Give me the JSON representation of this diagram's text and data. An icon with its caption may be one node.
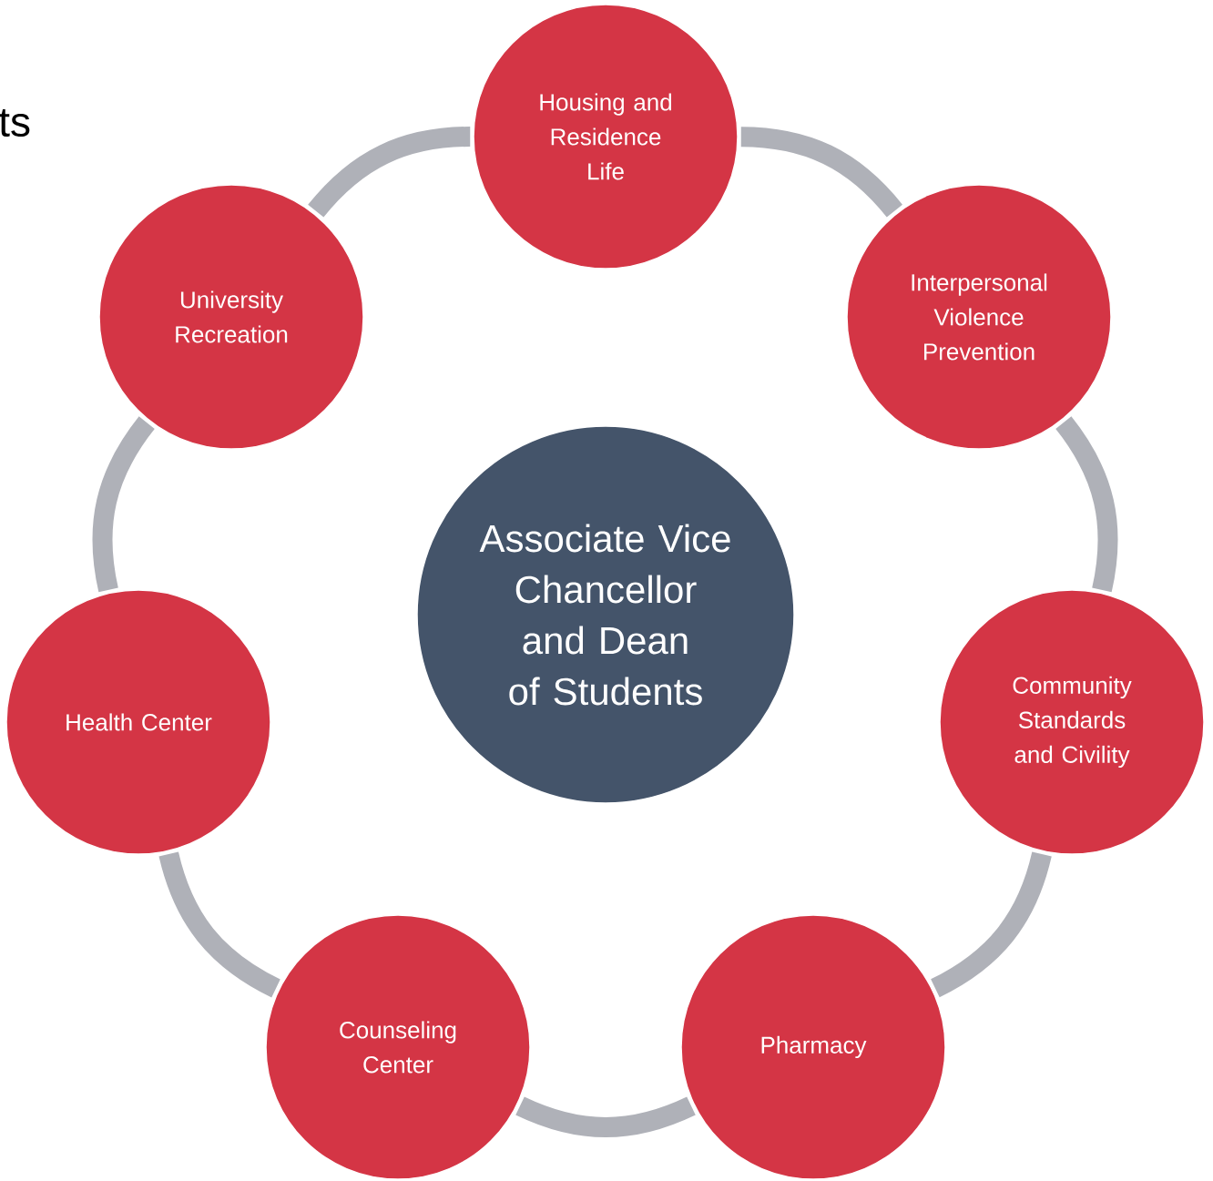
{
  "diagram": {
    "nodes": [
      {
        "text": [
          "Associate Vice Chancellor and Dean of Students"
        ]
      },
      {
        "text": [
          "Housing and Residence Life"
        ]
      },
      {
        "text": [
          "Interpersonal Violence Prevention"
        ]
      },
      {
        "text": [
          "Community Standards and Civility"
        ]
      },
      {
        "text": [
          "Pharmacy"
        ]
      },
      {
        "text": [
          "Counseling Center"
        ]
      },
      {
        "text": [
          "Health Center"
        ]
      },
      {
        "text": [
          "University Recreation"
        ]
      }
    ],
    "edges": [
      {
        "from": 1,
        "to": 2,
        "arrow": "none"
      },
      {
        "from": 2,
        "to": 3,
        "arrow": "none"
      },
      {
        "from": 3,
        "to": 4,
        "arrow": "none"
      },
      {
        "from": 4,
        "to": 5,
        "arrow": "none"
      },
      {
        "from": 5,
        "to": 6,
        "arrow": "none"
      },
      {
        "from": 6,
        "to": 7,
        "arrow": "none"
      },
      {
        "from": 7,
        "to": 1,
        "arrow": "none"
      }
    ],
    "labels": [
      "ts"
    ]
  }
}
